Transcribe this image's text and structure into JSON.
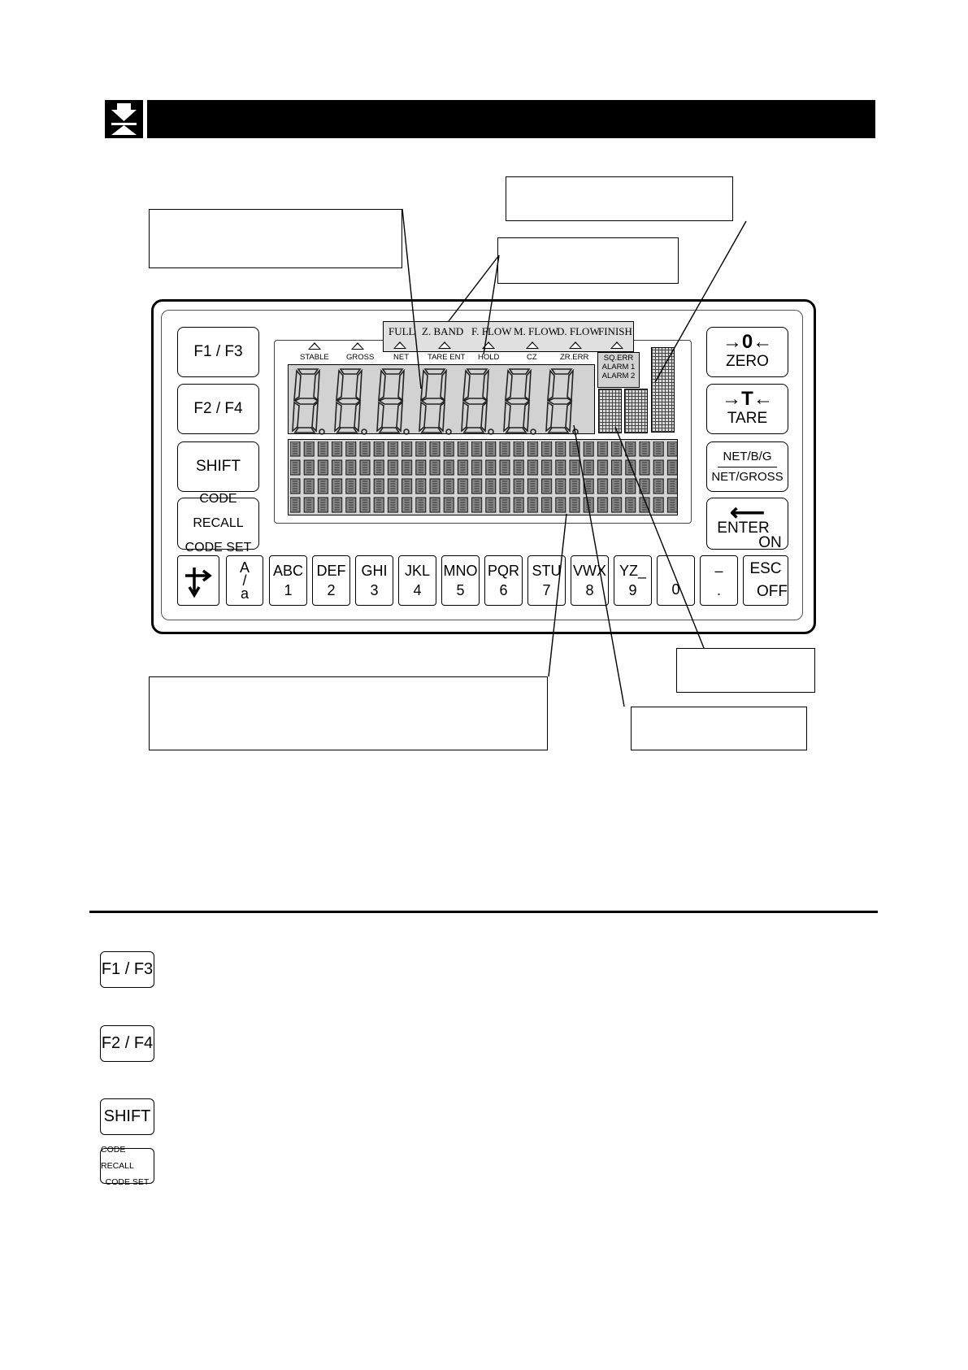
{
  "panel": {
    "mode_indicators": [
      "FULL",
      "Z. BAND",
      "F. FLOW",
      "M. FLOW",
      "D. FLOW",
      "FINISH"
    ],
    "status_indicators": [
      "STABLE",
      "GROSS",
      "NET",
      "TARE ENT",
      "HOLD",
      "CZ",
      "ZR.ERR"
    ],
    "alarm_indicators": [
      "SQ.ERR",
      "ALARM 1",
      "ALARM 2"
    ],
    "left_keys": [
      {
        "id": "f1f3",
        "label": "F1 / F3"
      },
      {
        "id": "f2f4",
        "label": "F2 / F4"
      },
      {
        "id": "shift",
        "label": "SHIFT"
      },
      {
        "id": "code",
        "label": "CODE RECALL",
        "sub": "CODE SET"
      }
    ],
    "right_keys": [
      {
        "id": "zero",
        "label": "ZERO",
        "glyph": "→0←"
      },
      {
        "id": "tare",
        "label": "TARE",
        "glyph": "→T←"
      },
      {
        "id": "net",
        "label": "NET/B/G",
        "sub": "NET/GROSS"
      },
      {
        "id": "enter",
        "label": "ENTER",
        "glyph": "⟵",
        "sub": "ON"
      }
    ],
    "bottom_keys": [
      {
        "top": "",
        "bottom": "",
        "icon": "arrow-cross-icon"
      },
      {
        "top": "A",
        "mid": "/",
        "bottom": "a"
      },
      {
        "top": "ABC",
        "bottom": "1"
      },
      {
        "top": "DEF",
        "bottom": "2"
      },
      {
        "top": "GHI",
        "bottom": "3"
      },
      {
        "top": "JKL",
        "bottom": "4"
      },
      {
        "top": "MNO",
        "bottom": "5"
      },
      {
        "top": "PQR",
        "bottom": "6"
      },
      {
        "top": "STU",
        "bottom": "7"
      },
      {
        "top": "VWX",
        "bottom": "8"
      },
      {
        "top": "YZ_",
        "bottom": "9"
      },
      {
        "top": "",
        "bottom": "0"
      },
      {
        "top": "–",
        "bottom": "."
      },
      {
        "top": "ESC",
        "bottom": "OFF"
      }
    ]
  },
  "legend_keys": [
    {
      "label": "F1 / F3"
    },
    {
      "label": "F2 / F4"
    },
    {
      "label": "SHIFT"
    },
    {
      "label": "CODE RECALL",
      "sub": "CODE SET"
    }
  ]
}
